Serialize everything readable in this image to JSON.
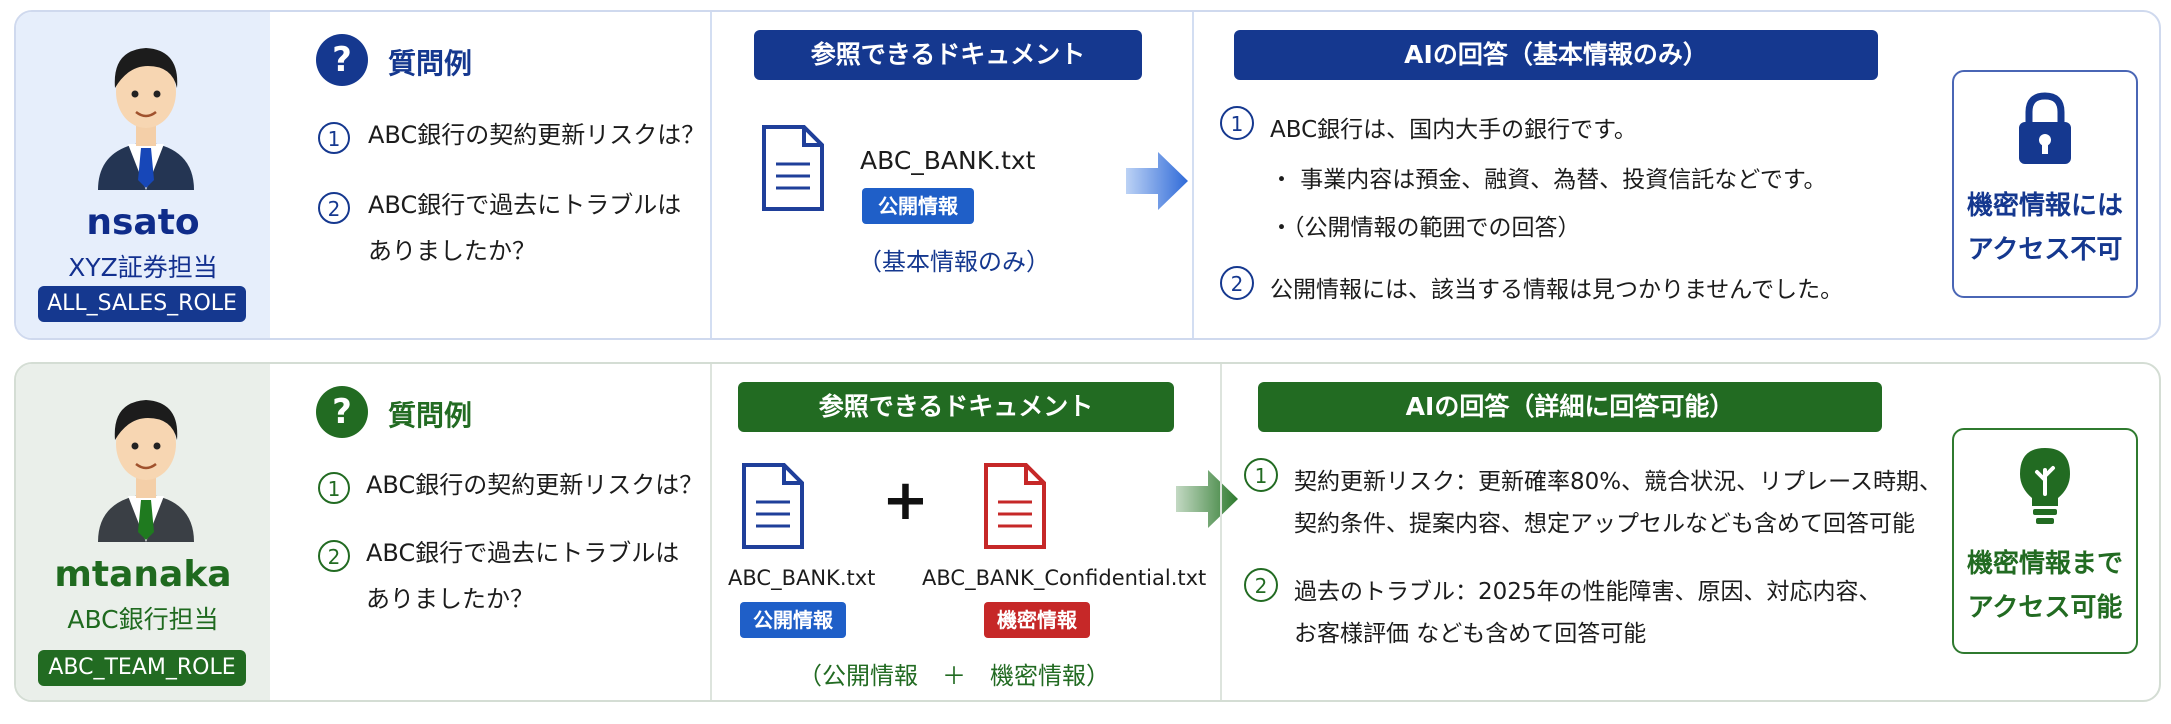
{
  "users": [
    {
      "name": "nsato",
      "assignment": "XYZ証券担当",
      "role": "ALL_SALES_ROLE",
      "questions_title": "質問例",
      "questions": [
        {
          "num": "1",
          "lines": [
            "ABC銀行の契約更新リスクは？"
          ]
        },
        {
          "num": "2",
          "lines": [
            "ABC銀行で過去にトラブルは",
            "ありましたか？"
          ]
        }
      ],
      "docs_header": "参照できるドキュメント",
      "documents": [
        {
          "name": "ABC_BANK.txt",
          "tag": "公開情報",
          "color": "#1f3f9a"
        }
      ],
      "scope_note": "（基本情報のみ）",
      "answer_header": "AIの回答（基本情報のみ）",
      "answers": [
        {
          "num": "1",
          "text": "ABC銀行は、国内大手の銀行です。"
        },
        {
          "num": "",
          "text": "・ 事業内容は預金、融資、為替、投資信託などです。"
        },
        {
          "num": "",
          "text": "・（公開情報の範囲での回答）"
        },
        {
          "num": "2",
          "text": "公開情報には、該当する情報は見つかりませんでした。"
        }
      ],
      "access_icon": "lock-icon",
      "access_lines": [
        "機密情報には",
        "アクセス不可"
      ],
      "accent": "#15388f"
    },
    {
      "name": "mtanaka",
      "assignment": "ABC銀行担当",
      "role": "ABC_TEAM_ROLE",
      "questions_title": "質問例",
      "questions": [
        {
          "num": "1",
          "lines": [
            "ABC銀行の契約更新リスクは？"
          ]
        },
        {
          "num": "2",
          "lines": [
            "ABC銀行で過去にトラブルは",
            "ありましたか？"
          ]
        }
      ],
      "docs_header": "参照できるドキュメント",
      "documents": [
        {
          "name": "ABC_BANK.txt",
          "tag": "公開情報",
          "color": "#1f3f9a"
        },
        {
          "name": "ABC_BANK_Confidential.txt",
          "tag": "機密情報",
          "color": "#c62828"
        }
      ],
      "plus_sign": "+",
      "scope_note": "（公開情報　＋　機密情報）",
      "answer_header": "AIの回答（詳細に回答可能）",
      "answers": [
        {
          "num": "1",
          "text": "契約更新リスク：更新確率80%、競合状況、リプレース時期、"
        },
        {
          "num": "",
          "text": "契約条件、提案内容、想定アップセルなども含めて回答可能"
        },
        {
          "num": "2",
          "text": "過去のトラブル：2025年の性能障害、原因、対応内容、"
        },
        {
          "num": "",
          "text": "お客様評価 なども含めて回答可能"
        }
      ],
      "access_icon": "lightbulb-icon",
      "access_lines": [
        "機密情報まで",
        "アクセス可能"
      ],
      "accent": "#226b22"
    }
  ]
}
